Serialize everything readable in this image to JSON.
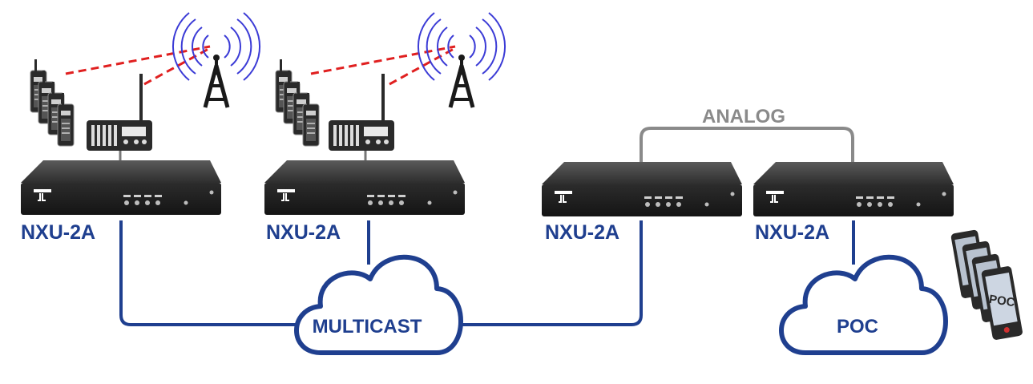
{
  "devices": [
    {
      "label": "NXU-2A"
    },
    {
      "label": "NXU-2A"
    },
    {
      "label": "NXU-2A"
    },
    {
      "label": "NXU-2A"
    }
  ],
  "clouds": {
    "multicast": "MULTICAST",
    "poc": "POC"
  },
  "link": {
    "analog": "ANALOG"
  },
  "phone_screen_text": "POC",
  "colors": {
    "network_line": "#1f3f8f",
    "analog_line": "#8a8a8a",
    "rf_link": "#e02020",
    "tower_waves": "#3b3bd6",
    "device_body": "#2b2b2b"
  }
}
